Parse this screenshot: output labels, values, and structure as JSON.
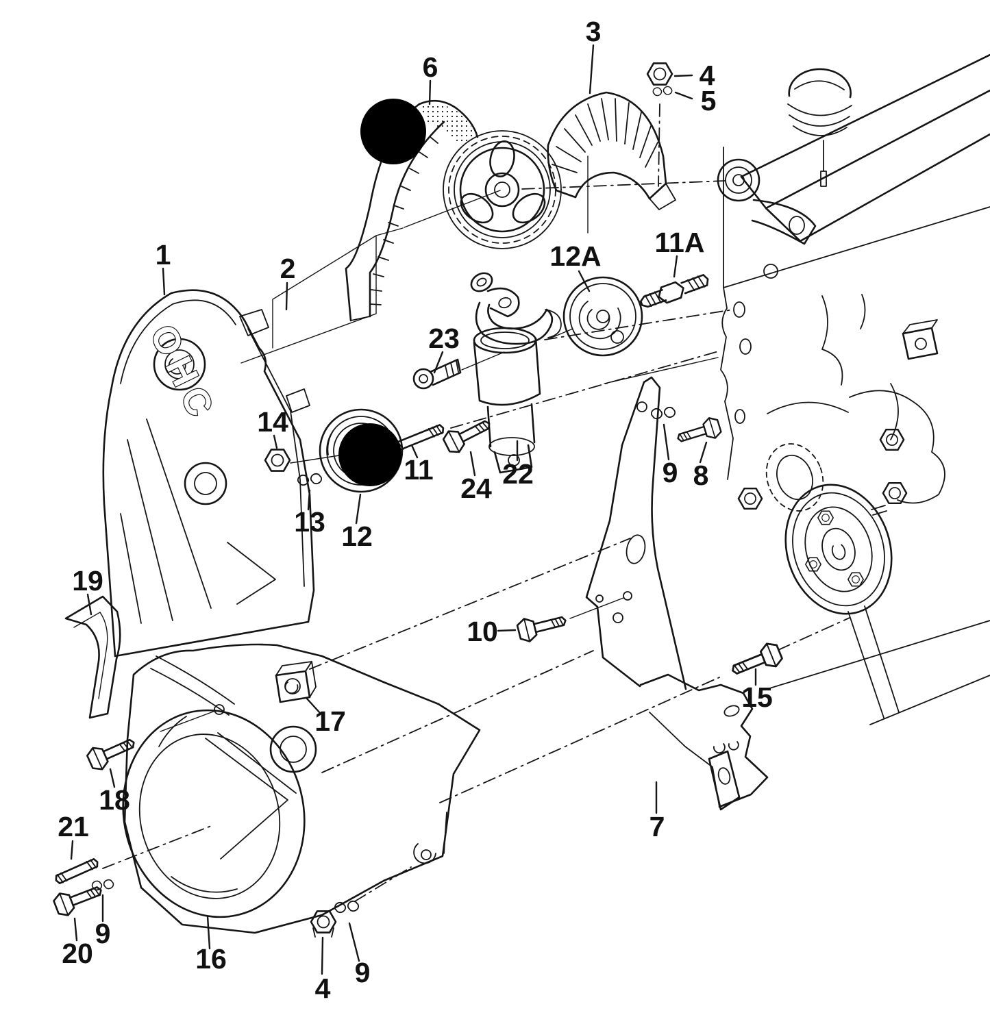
{
  "diagram": {
    "kind": "exploded-parts-line-drawing",
    "subject": "engine timing belt, tensioners and timing covers",
    "background": "#ffffff",
    "line_color": "#151515",
    "redaction_color": "#000000",
    "cover_embossed_text": "OHC",
    "labels": [
      {
        "text": "1"
      },
      {
        "text": "2"
      },
      {
        "text": "3"
      },
      {
        "text": "4"
      },
      {
        "text": "5"
      },
      {
        "text": "6"
      },
      {
        "text": "12A"
      },
      {
        "text": "11A"
      },
      {
        "text": "23"
      },
      {
        "text": "14"
      },
      {
        "text": "13"
      },
      {
        "text": "12"
      },
      {
        "text": "11"
      },
      {
        "text": "24"
      },
      {
        "text": "22"
      },
      {
        "text": "9"
      },
      {
        "text": "8"
      },
      {
        "text": "10"
      },
      {
        "text": "17"
      },
      {
        "text": "15"
      },
      {
        "text": "7"
      },
      {
        "text": "19"
      },
      {
        "text": "18"
      },
      {
        "text": "21"
      },
      {
        "text": "20"
      },
      {
        "text": "9"
      },
      {
        "text": "16"
      },
      {
        "text": "4"
      },
      {
        "text": "9"
      }
    ]
  }
}
